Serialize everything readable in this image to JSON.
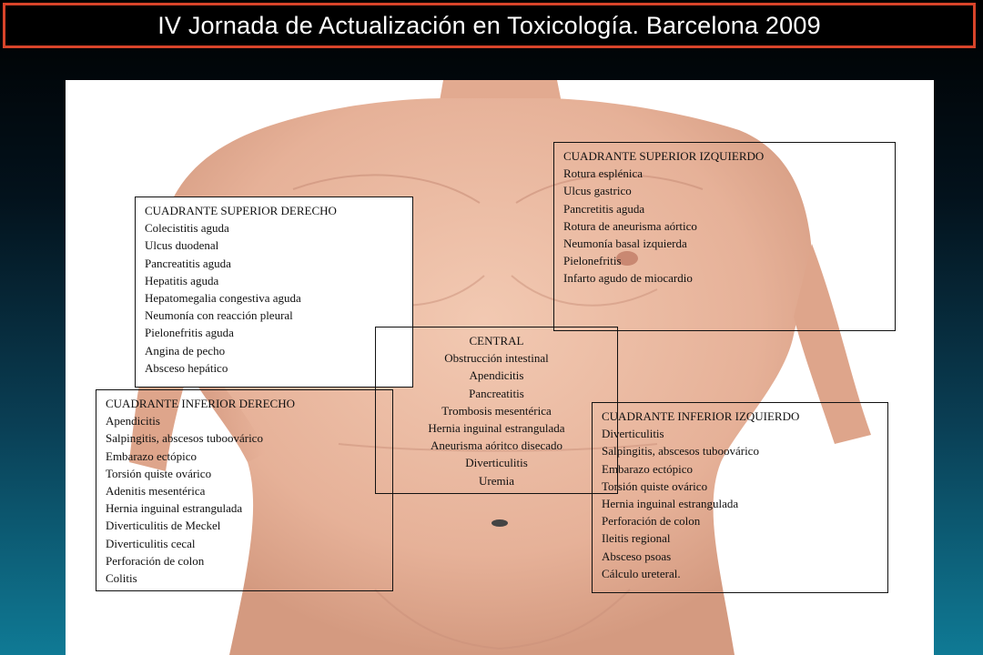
{
  "header": {
    "title": "IV Jornada de Actualización en Toxicología. Barcelona 2009"
  },
  "colors": {
    "title_border": "#d8442a",
    "skin": "#e9b7a0",
    "background_bottom": "#0f7a95"
  },
  "quadrants": {
    "superior_derecho": {
      "title": "CUADRANTE SUPERIOR DERECHO",
      "items": [
        "Colecistitis aguda",
        "Ulcus duodenal",
        "Pancreatitis aguda",
        "Hepatitis aguda",
        "Hepatomegalia congestiva aguda",
        "Neumonía con reacción pleural",
        "Pielonefritis aguda",
        "Angina de pecho",
        "Absceso hepático"
      ]
    },
    "superior_izquierdo": {
      "title": "CUADRANTE SUPERIOR IZQUIERDO",
      "items": [
        "Rotura esplénica",
        "Ulcus gastrico",
        "Pancretitis aguda",
        "Rotura de aneurisma aórtico",
        "Neumonía basal izquierda",
        "Pielonefritis",
        "Infarto agudo de miocardio"
      ]
    },
    "central": {
      "title": "CENTRAL",
      "items": [
        "Obstrucción intestinal",
        "Apendicitis",
        "Pancreatitis",
        "Trombosis mesentérica",
        "Hernia inguinal estrangulada",
        "Aneurisma aóritco disecado",
        "Diverticulitis",
        "Uremia"
      ]
    },
    "inferior_derecho": {
      "title": "CUADRANTE INFERIOR DERECHO",
      "items": [
        "Apendicitis",
        "Salpingitis, abscesos tuboovárico",
        "Embarazo ectópico",
        "Torsión quiste ovárico",
        "Adenitis mesentérica",
        "Hernia inguinal estrangulada",
        "Diverticulitis de Meckel",
        "Diverticulitis cecal",
        "Perforación de colon",
        "Colitis"
      ]
    },
    "inferior_izquierdo": {
      "title": "CUADRANTE INFERIOR IZQUIERDO",
      "items": [
        "Diverticulitis",
        "Salpingitis, abscesos tuboovárico",
        "Embarazo ectópico",
        "Torsión quiste ovárico",
        "Hernia inguinal estrangulada",
        "Perforación de colon",
        "Ileitis regional",
        "Absceso psoas",
        "Cálculo ureteral."
      ]
    }
  }
}
